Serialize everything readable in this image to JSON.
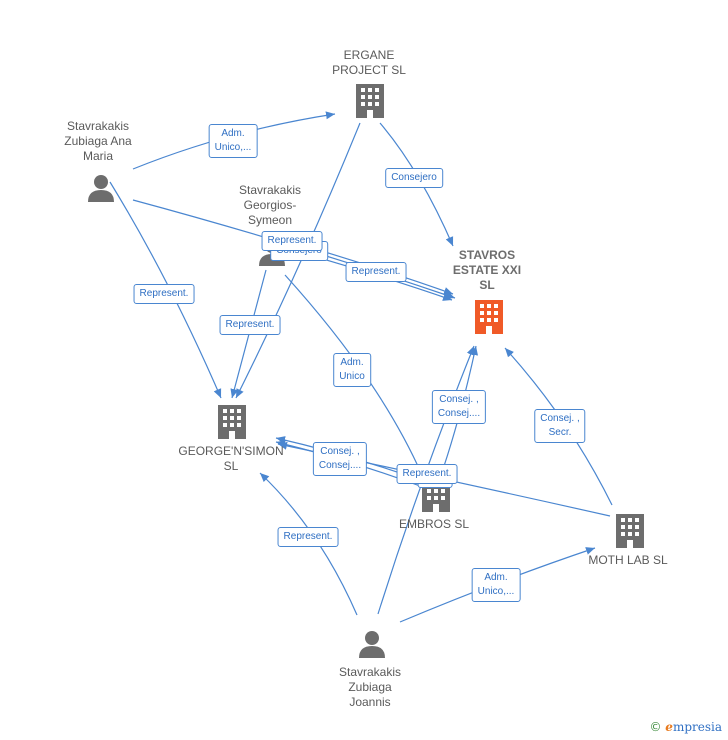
{
  "nodes": {
    "ergane": {
      "label": "ERGANE\nPROJECT  SL",
      "type": "company"
    },
    "stavros": {
      "label": "STAVROS\nESTATE XXI\nSL",
      "type": "company-main",
      "color": "#f05a28"
    },
    "georgensimon": {
      "label": "GEORGE'N'SIMON\nSL",
      "type": "company"
    },
    "embros": {
      "label": "EMBROS SL",
      "type": "company"
    },
    "mothlab": {
      "label": "MOTH LAB  SL",
      "type": "company"
    },
    "ana": {
      "label": "Stavrakakis\nZubiaga Ana\nMaria",
      "type": "person"
    },
    "georgios": {
      "label": "Stavrakakis\nGeorgios-\nSymeon",
      "type": "person"
    },
    "joannis": {
      "label": "Stavrakakis\nZubiaga\nJoannis",
      "type": "person"
    }
  },
  "edge_labels": {
    "ana_ergane": "Adm.\nUnico,...",
    "ana_gs": "Represent.",
    "ana_stavros": "Represent.",
    "ergane_stavros": "Consejero",
    "georgios_stavros_consejero": "Consejero",
    "georgios_stavros_represent": "Represent.",
    "georgios_gs": "Represent.",
    "georgios_embros": "Adm.\nUnico",
    "embros_stavros": "Consej. ,\nConsej....",
    "embros_gs": "Consej. ,\nConsej....",
    "embros_secr": "Secr.",
    "mothlab_stavros": "Consej. ,\nSecr.",
    "mothlab_gs": "Represent.",
    "joannis_gs": "Represent.",
    "joannis_mothlab": "Adm.\nUnico,..."
  },
  "colors": {
    "edge": "#4a86d0",
    "icon": "#6d6d6d",
    "main_icon": "#f05a28"
  },
  "brand": {
    "copyright": "©",
    "first_letter": "e",
    "rest": "mpresia"
  }
}
